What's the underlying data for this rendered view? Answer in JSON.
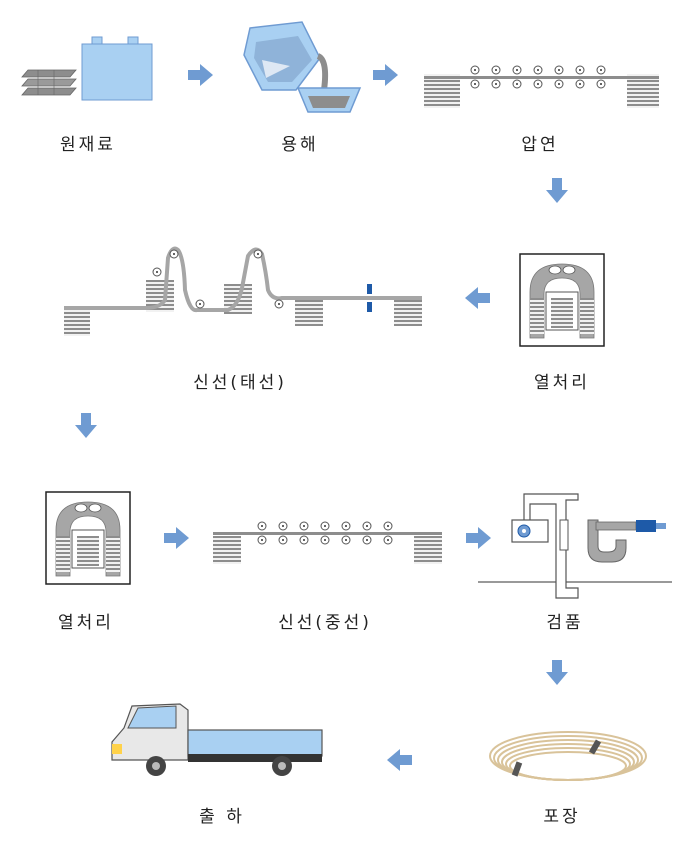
{
  "colors": {
    "accent_blue": "#6f9bd2",
    "light_blue": "#a9d0f2",
    "coil_gray": "#8d8d8d",
    "metal_gray": "#a6a6a6",
    "wire_beige": "#d9c39a",
    "dark_blue": "#1e5aa8"
  },
  "steps": [
    {
      "label": "원재료"
    },
    {
      "label": "용해"
    },
    {
      "label": "압연"
    },
    {
      "label": "신선(태선)"
    },
    {
      "label": "열처리"
    },
    {
      "label": "열처리"
    },
    {
      "label": "신선(중선)"
    },
    {
      "label": "검품"
    },
    {
      "label": "출 하"
    },
    {
      "label": "포장"
    }
  ]
}
